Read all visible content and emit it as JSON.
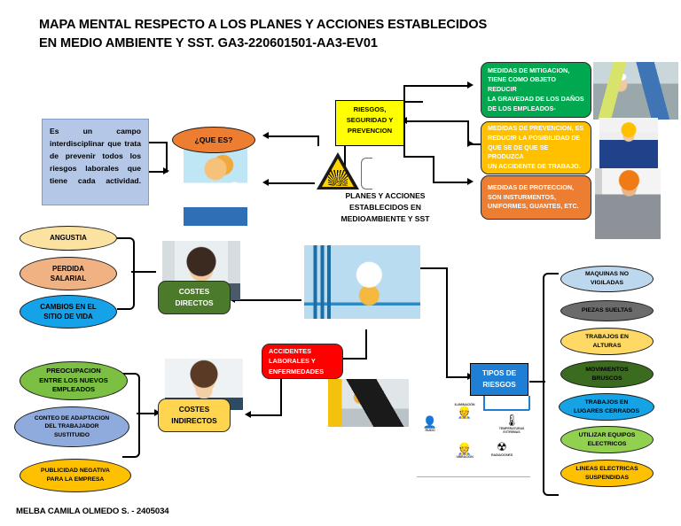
{
  "document": {
    "title_line1": "MAPA MENTAL RESPECTO A LOS PLANES Y ACCIONES ESTABLECIDOS",
    "title_line2": "EN MEDIO AMBIENTE Y SST. GA3-220601501-AA3-EV01",
    "footer": "MELBA CAMILA OLMEDO S. - 2405034"
  },
  "center": {
    "label_line1": "PLANES Y ACCIONES",
    "label_line2": "ESTABLECIDOS EN",
    "label_line3": "MEDIOAMBIENTE Y SST",
    "icon": "explosion-hazard-warning-triangle-icon"
  },
  "nodes": {
    "riesgos": {
      "line1": "RIESGOS,",
      "line2": "SEGURIDAD     Y",
      "line3": "PREVENCION",
      "color": "#ffff00"
    },
    "que_es": {
      "label": "¿QUE ES?",
      "color": "#ed7d31"
    },
    "definicion": {
      "text": "Es un campo interdisciplinar que trata de prevenir todos los riesgos laborales que tiene cada actividad.",
      "color": "#b4c7e7"
    },
    "mitigacion": {
      "line1": "MEDIDAS DE MITIGACION,",
      "line2": "TIENE COMO OBJETO REDUCIR",
      "line3": "LA GRAVEDAD DE LOS DAÑOS",
      "line4": "DE LOS EMPLEADOS-",
      "color": "#00a94f"
    },
    "prevencion": {
      "line1": "MEDIDAS DE PREVENCION, ES",
      "line2": "REDUCIR LA POSIBILIDAD DE",
      "line3": "QUE SE DE QUE SE PRODUZCA",
      "line4": "UN ACCIDENTE DE TRABAJO.",
      "color": "#ffc000"
    },
    "proteccion": {
      "line1": "MEDIDAS DE PROTECCION,",
      "line2": "SON INSTURMENTOS,",
      "line3": "UNIFORMES, GUANTES, ETC.",
      "color": "#ed7d31"
    },
    "costes_directos": {
      "line1": "COSTES",
      "line2": "DIRECTOS",
      "color": "#4c7a2b"
    },
    "costes_indirectos": {
      "line1": "COSTES",
      "line2": "INDIRECTOS",
      "color": "#ffd44f"
    },
    "accidentes": {
      "line1": "ACCIDENTES",
      "line2": "LABORALES       Y",
      "line3": "ENFERMEDADES",
      "color": "#ff0000"
    },
    "tipos_riesgos": {
      "line1": "TIPOS DE",
      "line2": "RIESGOS",
      "color": "#1f7fd4"
    }
  },
  "costes_directos_causes": [
    {
      "label": "ANGUSTIA",
      "color": "#fbe2a0"
    },
    {
      "line1": "PERDIDA",
      "line2": "SALARIAL",
      "color": "#f0b183"
    },
    {
      "line1": "CAMBIOS EN EL",
      "line2": "SITIO DE VIDA",
      "color": "#16a2e8"
    }
  ],
  "costes_indirectos_causes": [
    {
      "line1": "PREOCUPACION",
      "line2": "ENTRE LOS NUEVOS",
      "line3": "EMPLEADOS",
      "color": "#7bc043"
    },
    {
      "line1": "CONTEO DE ADAPTACION",
      "line2": "DEL TRABAJADOR",
      "line3": "SUSTITUIDO",
      "color": "#8faadc"
    },
    {
      "line1": "PUBLICIDAD NEGATIVA",
      "line2": "PARA LA EMPRESA",
      "color": "#ffc000"
    }
  ],
  "tipos_riesgos_items": [
    {
      "line1": "MAQUINAS NO",
      "line2": "VIGILADAS",
      "color": "#bdd7ee"
    },
    {
      "line1": "PIEZAS SUELTAS",
      "line2": "",
      "color": "#6b6b6b"
    },
    {
      "line1": "TRABAJOS            EN",
      "line2": "ALTURAS",
      "color": "#ffd966"
    },
    {
      "line1": "MOVIMIENTOS",
      "line2": "BRUSCOS",
      "color": "#3b6b1f"
    },
    {
      "line1": "TRABAJOS EN",
      "line2": "LUGARES CERRADOS",
      "color": "#15a3e6"
    },
    {
      "line1": "UTILIZAR EQUIPOS",
      "line2": "ELECTRICOS",
      "color": "#92d050"
    },
    {
      "line1": "LINEAS ELECTRICAS",
      "line2": "SUSPENDIDAS",
      "color": "#ffc000"
    }
  ],
  "risk_icon_cluster": [
    {
      "caption": "RUIDO",
      "glyph": "👤",
      "icon": "noise-icon"
    },
    {
      "caption": "ILUMINACIÓN",
      "glyph": "👷",
      "icon": "lighting-icon"
    },
    {
      "caption": "TEMPERATURAS EXTREMAS",
      "glyph": "🌡",
      "icon": "extreme-temperature-icon"
    },
    {
      "caption": "VIBRACIÓN",
      "glyph": "🔧",
      "icon": "vibration-icon"
    },
    {
      "caption": "RADIACIONES",
      "glyph": "☢",
      "icon": "radiation-icon"
    }
  ],
  "images": [
    {
      "name": "photo-workers-inspection",
      "alt": "two workers with hard hats and vests"
    },
    {
      "name": "photo-worker-blue-overall",
      "alt": "worker in blue overalls and yellow helmet"
    },
    {
      "name": "photo-worker-with-drill",
      "alt": "worker with orange helmet holding a drill"
    },
    {
      "name": "illustration-thinking-person",
      "alt": "person thinking, light blue background"
    },
    {
      "name": "photo-stressed-man",
      "alt": "man looking worried"
    },
    {
      "name": "photo-worried-woman",
      "alt": "woman with hands on face"
    },
    {
      "name": "illustration-infographic-ideas",
      "alt": "charts, lightbulb and rocket infographic"
    },
    {
      "name": "photo-slip-and-fall",
      "alt": "person slipping near wet floor sign"
    }
  ]
}
